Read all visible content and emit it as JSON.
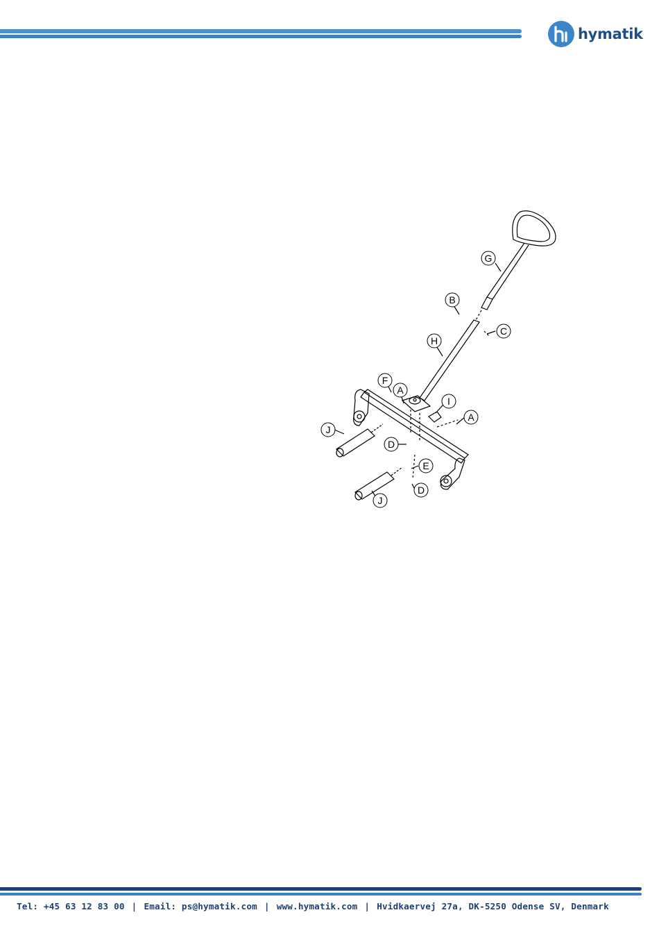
{
  "header": {
    "logo_text": "hymatik",
    "logo_icon": "hymatik-h-logo-icon",
    "accent_color": "#4a8fd0",
    "dark_color": "#1f3f72"
  },
  "figure": {
    "callouts": {
      "G": "G",
      "B": "B",
      "C": "C",
      "H": "H",
      "F": "F",
      "A1": "A",
      "I": "I",
      "A2": "A",
      "J1": "J",
      "D1": "D",
      "E": "E",
      "J2": "J",
      "D2": "D"
    }
  },
  "footer": {
    "tel": "Tel: +45 63 12 83 00",
    "email": "Email: ps@hymatik.com",
    "web": "www.hymatik.com",
    "address": "Hvidkaervej 27a, DK-5250 Odense SV, Denmark",
    "separator": "|"
  }
}
